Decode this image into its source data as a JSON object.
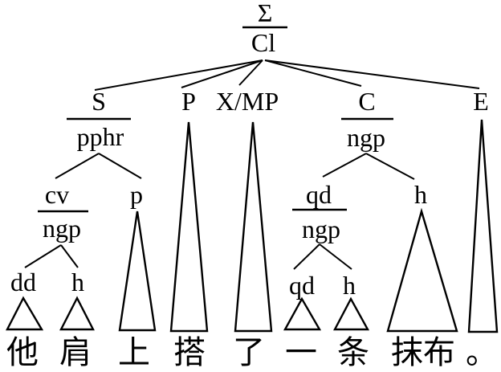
{
  "figure": {
    "description": "Systemic functional grammar constituency tree of a Chinese clause",
    "nodes": {
      "sigma": "Σ",
      "cl": "Cl",
      "s": "S",
      "p_upper": "P",
      "xmp": "X/MP",
      "c": "C",
      "e": "E",
      "pphr": "pphr",
      "cv": "cv",
      "ngp_cv": "ngp",
      "dd": "dd",
      "h_cv": "h",
      "p_lower": "p",
      "ngp_c": "ngp",
      "qd": "qd",
      "ngp_qd": "ngp",
      "qd_inner": "qd",
      "h_inner": "h",
      "h_c": "h"
    },
    "sentence": {
      "words": [
        "他",
        "肩",
        "上",
        "搭",
        "了",
        "一",
        "条",
        "抹布",
        "。"
      ]
    },
    "colors": {
      "stroke": "#000000",
      "text": "#000000",
      "background": "#ffffff"
    }
  }
}
